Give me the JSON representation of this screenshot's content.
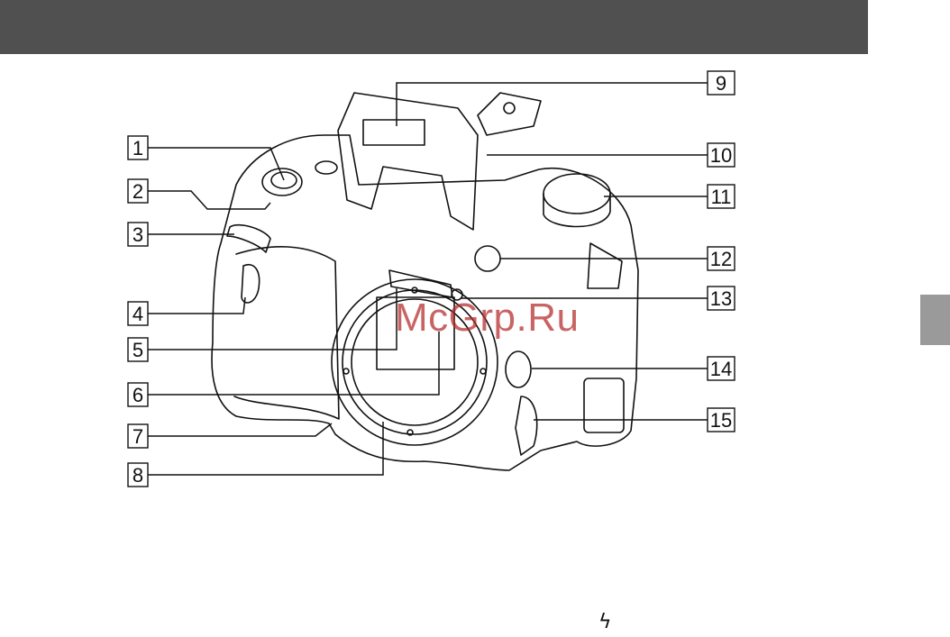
{
  "callouts": [
    {
      "id": "1",
      "label": "1"
    },
    {
      "id": "2",
      "label": "2"
    },
    {
      "id": "3",
      "label": "3"
    },
    {
      "id": "4",
      "label": "4"
    },
    {
      "id": "5",
      "label": "5"
    },
    {
      "id": "6",
      "label": "6"
    },
    {
      "id": "7",
      "label": "7"
    },
    {
      "id": "8",
      "label": "8"
    },
    {
      "id": "9",
      "label": "9"
    },
    {
      "id": "10",
      "label": "10"
    },
    {
      "id": "11",
      "label": "11"
    },
    {
      "id": "12",
      "label": "12"
    },
    {
      "id": "13",
      "label": "13"
    },
    {
      "id": "14",
      "label": "14"
    },
    {
      "id": "15",
      "label": "15"
    }
  ],
  "watermark": "McGrp.Ru",
  "footer_icon": "flash-bolt-icon",
  "footer_glyph": "ϟ"
}
